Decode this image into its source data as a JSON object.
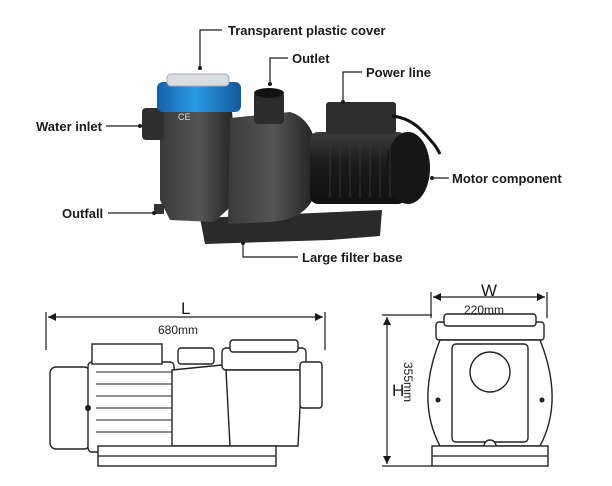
{
  "labels": {
    "cover": "Transparent plastic cover",
    "outlet": "Outlet",
    "power_line": "Power line",
    "water_inlet": "Water inlet",
    "motor": "Motor component",
    "outfall": "Outfall",
    "base": "Large filter base"
  },
  "side_view": {
    "dim_letter": "L",
    "dim_value": "680mm"
  },
  "front_view": {
    "width_letter": "W",
    "width_value": "220mm",
    "height_letter": "H",
    "height_value": "355mm"
  },
  "colors": {
    "lid_blue": "#1f86d3",
    "body": "#2a2a2a",
    "motor": "#1c1c1c"
  }
}
